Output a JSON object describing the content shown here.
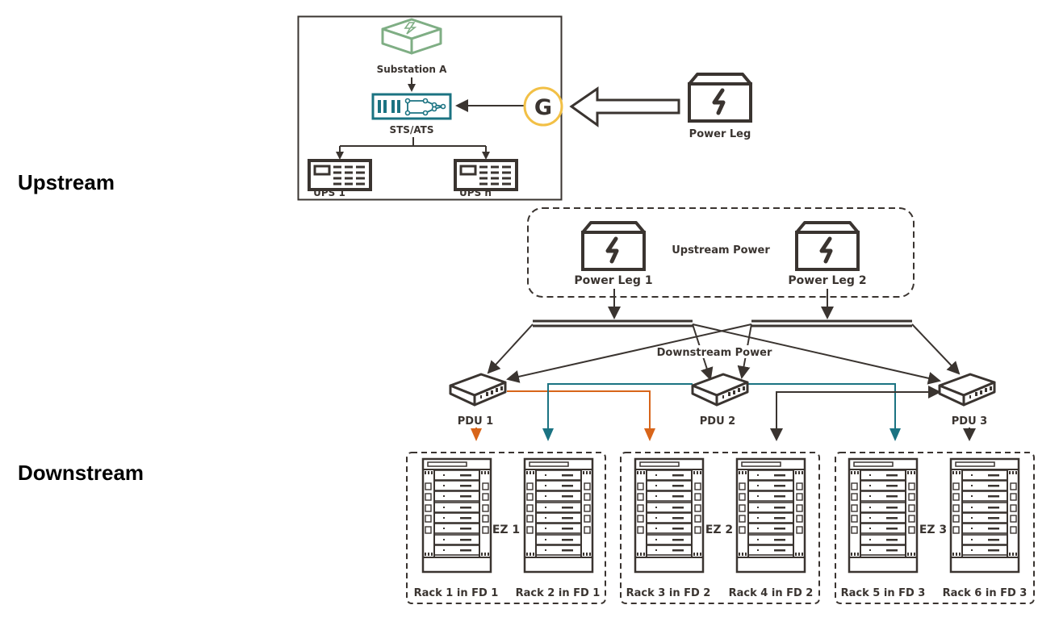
{
  "labels": {
    "upstream": "Upstream",
    "downstream": "Downstream"
  },
  "colors": {
    "ink": "#3a3430",
    "substation_green": "#7fae84",
    "sts_teal": "#1b7382",
    "generator_ring": "#f2c046",
    "orange_link": "#d8651a",
    "teal_link": "#1b7382"
  },
  "upstream_box": {
    "substation": "Substation A",
    "sts": "STS/ATS",
    "ups": [
      "UPS 1",
      "UPS n"
    ],
    "generator": "G"
  },
  "power_leg": "Power Leg",
  "upstream_power": {
    "title": "Upstream Power",
    "legs": [
      "Power Leg 1",
      "Power Leg 2"
    ]
  },
  "downstream_power": "Downstream Power",
  "pdus": [
    "PDU 1",
    "PDU 2",
    "PDU 3"
  ],
  "zones": [
    {
      "name": "EZ 1",
      "racks": [
        "Rack 1 in FD 1",
        "Rack 2 in FD 1"
      ]
    },
    {
      "name": "EZ 2",
      "racks": [
        "Rack 3 in FD 2",
        "Rack 4 in FD 2"
      ]
    },
    {
      "name": "EZ 3",
      "racks": [
        "Rack 5 in FD 3",
        "Rack 6 in FD 3"
      ]
    }
  ]
}
